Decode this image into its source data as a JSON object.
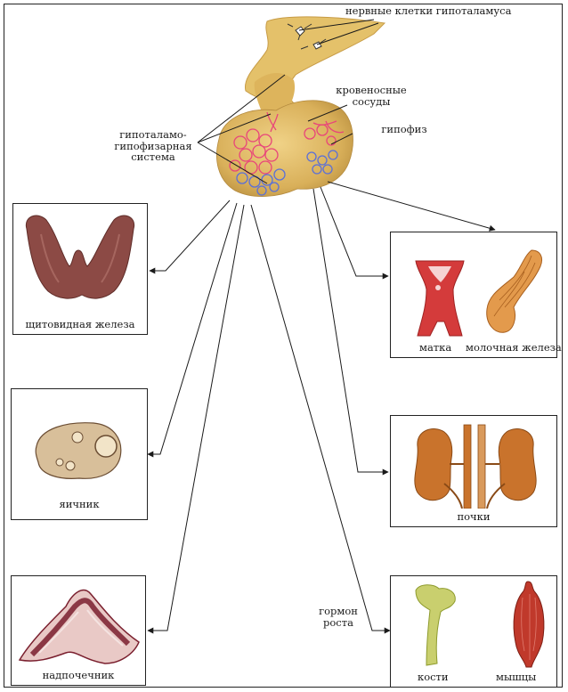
{
  "labels": {
    "hypothalamus_cells": "нервные клетки гипоталамуса",
    "blood_vessels": "кровеносные\nсосуды",
    "system": "гипоталамо-\nгипофизарная\nсистема",
    "pituitary": "гипофиз",
    "growth_hormone": "гормон\nроста"
  },
  "targets": {
    "thyroid": "щитовидная железа",
    "ovary": "яичник",
    "adrenal": "надпочечник",
    "uterus": "матка",
    "mammary": "молочная железа",
    "kidneys": "почки",
    "bones": "кости",
    "muscles": "мышцы"
  },
  "colors": {
    "hypothalamus": "#e4c16a",
    "pituitary": "#ddb45c",
    "vessels_red": "#e8457a",
    "vessels_blue": "#5a6fd8",
    "organ_brown": "#8c4a45",
    "kidney_orange": "#c9732c",
    "uterus_red": "#d43b3b",
    "bone": "#c9cf6e",
    "muscle": "#c0392b"
  }
}
